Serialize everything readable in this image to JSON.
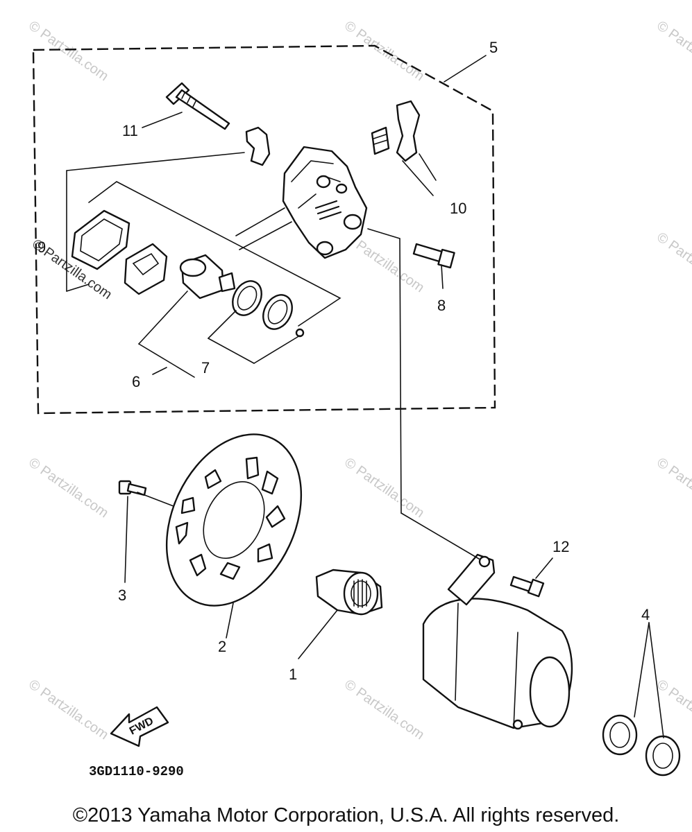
{
  "callouts": {
    "c1": "1",
    "c2": "2",
    "c3": "3",
    "c4": "4",
    "c5": "5",
    "c6": "6",
    "c7": "7",
    "c8": "8",
    "c9": "9",
    "c10": "10",
    "c11": "11",
    "c12": "12"
  },
  "diagram_code": "3GD1110-9290",
  "fwd_label": "FWD",
  "watermark": "© Partzilla.com",
  "copyright": "©2013 Yamaha Motor Corporation, U.S.A. All rights reserved."
}
